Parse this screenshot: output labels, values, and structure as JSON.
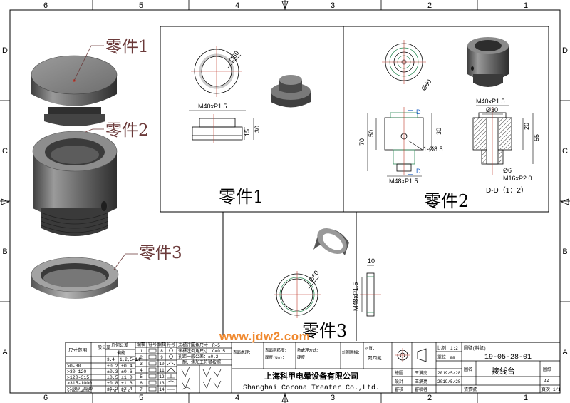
{
  "frame": {
    "top_numbers": [
      "6",
      "5",
      "4",
      "3",
      "2",
      "1"
    ],
    "bottom_numbers": [
      "6",
      "5",
      "4",
      "3",
      "2",
      "1"
    ],
    "side_letters": [
      "D",
      "C",
      "B",
      "A"
    ]
  },
  "callouts": {
    "part1": "零件1",
    "part2": "零件2",
    "part3": "零件3"
  },
  "views": {
    "part1": {
      "title": "零件1",
      "dia": "Ø60",
      "thread": "M40xP1.5",
      "dim_15": "15",
      "dim_30": "30"
    },
    "part2": {
      "title": "零件2",
      "dia": "Ø60",
      "thread_top": "M40xP1.5",
      "section_marker": "D",
      "dim_50": "50",
      "dim_70": "70",
      "dim_30": "30",
      "hole": "1-Ø8.5",
      "thread_bottom": "M48xP1.5",
      "dia30": "Ø30",
      "dim_20": "20",
      "dim_55": "55",
      "dia6": "Ø6",
      "thread_m16": "M16xP2.0",
      "section_label": "D-D（1：2）"
    },
    "part3": {
      "title": "零件3",
      "dia": "Ø60",
      "thread": "M48xP1.5",
      "dim_10": "10"
    }
  },
  "watermark": "www.jdw2.com",
  "tolerance_table": {
    "col_range": "尺寸范围",
    "col_general": "一般公差",
    "col_geo": "几何公差",
    "col_geo_sub": "偏能",
    "sub_headers": [
      "3.4",
      "1,2,5-14"
    ],
    "rows": [
      [
        ">0-30",
        "±0.2",
        "±0.4"
      ],
      [
        ">30-120",
        "±0.3",
        "±0.6"
      ],
      [
        ">120-315",
        "±0.5",
        "±1.0"
      ],
      [
        ">315-1000",
        "±0.8",
        "±1.6"
      ],
      [
        ">1000-2000",
        "±1.2",
        "±2.4"
      ],
      [
        ">2000-4000",
        "±2.0",
        "±4.0"
      ]
    ]
  },
  "symbol_table": {
    "head1": "编辑",
    "head2": "符号",
    "head3": "编辑",
    "head4": "符号",
    "left_nums": [
      "1",
      "2",
      "3",
      "4",
      "5",
      "6",
      "7"
    ],
    "right_nums": [
      "8",
      "9",
      "10",
      "11",
      "12",
      "13",
      "14"
    ]
  },
  "notes": {
    "n1": "未標注圓角尺寸：R=5",
    "n2": "未標注倒角尺寸：C=0.5",
    "n3": "孔距一般公差：±0.2",
    "n4": "耐、焦加工符號按照"
  },
  "finish": {
    "lbl1": "表面處理：",
    "lbl2": "表面粗糙度：",
    "lbl2b": "厚度(Um)：",
    "lbl3": "熱處理方式：",
    "lbl3b": "硬度：",
    "lbl4": "計圖圖幅：",
    "lbl5": "材質：",
    "material": "聚四氟"
  },
  "company": {
    "cn": "上海科甲电晕设备有限公司",
    "en": "Shanghai Corona Treater Co.,Ltd."
  },
  "title_block": {
    "scale": "比例：1:2",
    "unit": "單位：mm",
    "drawing_no_label": "圖號(料號)",
    "drawing_no": "19-05-28-01",
    "name_label": "圖名",
    "name": "接线台",
    "size_label": "圖紙",
    "size": "A4",
    "page_label": "頁次",
    "page": "1/1",
    "sheet_label": "張張號",
    "roles": [
      "繪圖",
      "設計",
      "審核"
    ],
    "people": [
      "王满亮",
      "王满亮",
      "審稿者"
    ],
    "dates": [
      "2019/5/28",
      "2019/5/28",
      ""
    ]
  }
}
